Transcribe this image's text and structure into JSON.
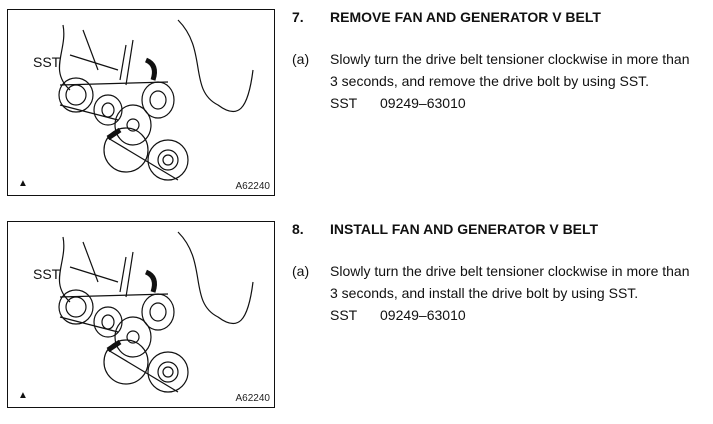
{
  "sections": [
    {
      "figure": {
        "label": "SST",
        "code": "A62240",
        "icon": "manual-icon"
      },
      "number": "7.",
      "title": "REMOVE FAN AND GENERATOR V BELT",
      "sub_label": "(a)",
      "lines": [
        "Slowly turn the drive belt tensioner clockwise in more than",
        "3 seconds, and remove the drive bolt by using SST."
      ],
      "sst_key": "SST",
      "sst_value": "09249–63010"
    },
    {
      "figure": {
        "label": "SST",
        "code": "A62240",
        "icon": "manual-icon"
      },
      "number": "8.",
      "title": "INSTALL FAN AND GENERATOR V BELT",
      "sub_label": "(a)",
      "lines": [
        "Slowly turn the drive belt tensioner clockwise in more than",
        "3 seconds, and install the drive bolt by using SST."
      ],
      "sst_key": "SST",
      "sst_value": "09249–63010"
    }
  ]
}
